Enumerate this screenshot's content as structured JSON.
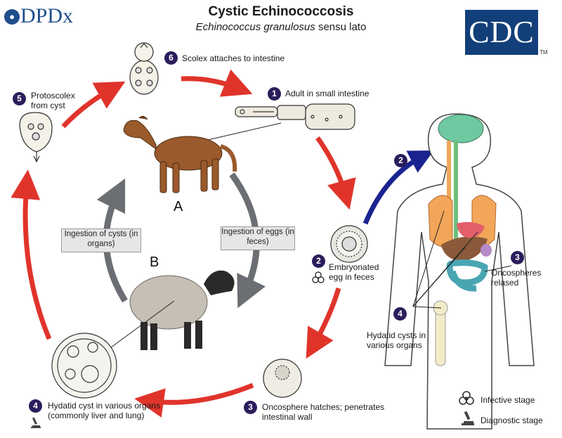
{
  "header": {
    "title": "Cystic Echinococcosis",
    "subtitle_italic": "Echinococcus granulosus",
    "subtitle_plain": "sensu lato",
    "dpdx_logo": "DPDx",
    "cdc_logo": "CDC",
    "trademark": "TM"
  },
  "hosts": {
    "a": "A",
    "b": "B"
  },
  "transmission": {
    "cysts": "Ingestion of cysts (in organs)",
    "eggs": "Ingestion of eggs (in feces)"
  },
  "stages": [
    {
      "num": "1",
      "text": "Adult in small intestine"
    },
    {
      "num": "2",
      "text": "Embryonated egg in feces"
    },
    {
      "num": "3",
      "text": "Oncosphere hatches; penetrates intestinal wall"
    },
    {
      "num": "4",
      "text": "Hydatid cyst in various organs (commonly liver and lung)"
    },
    {
      "num": "5",
      "text": "Protoscolex from cyst"
    },
    {
      "num": "6",
      "text": "Scolex attaches to intestine"
    }
  ],
  "human": {
    "stage2_num": "2",
    "stage3_num": "3",
    "stage3_text": "Oncospheres relased",
    "stage4_num": "4",
    "stage4_text": "Hydatid cysts in various organs"
  },
  "legend": {
    "infective": "Infective stage",
    "diagnostic": "Diagnostic stage"
  },
  "colors": {
    "red_arrow": "#e0342b",
    "gray_arrow": "#6b6e72",
    "blue_arrow": "#1a238f",
    "badge": "#2b1d5c",
    "cdc_blue": "#123f7a"
  }
}
